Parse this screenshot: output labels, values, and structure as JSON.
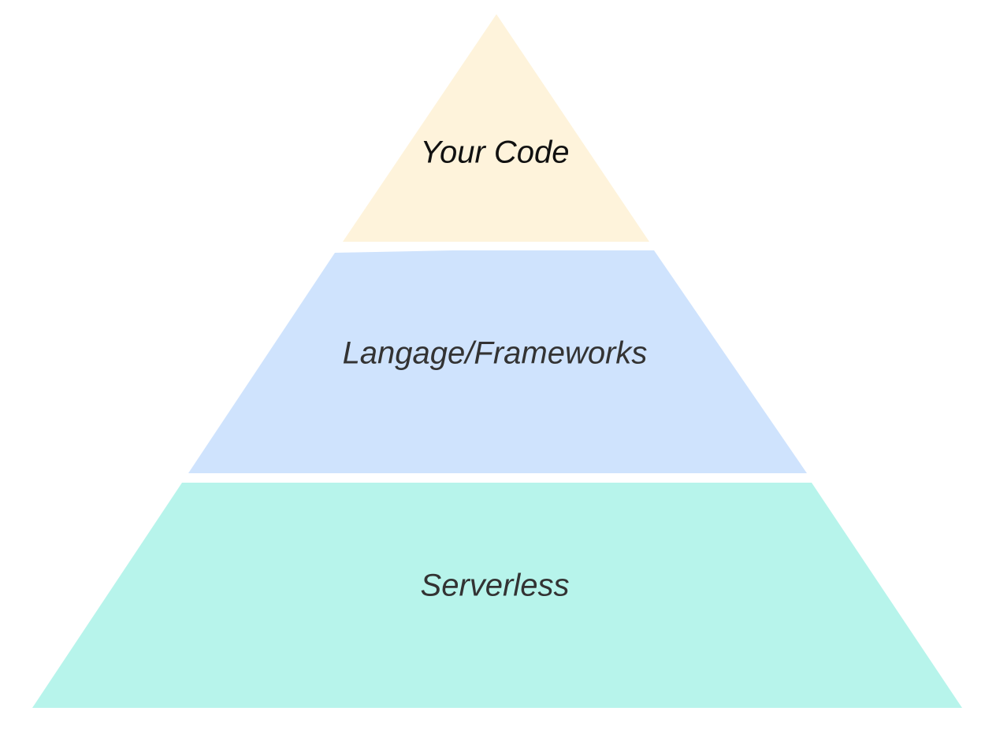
{
  "pyramid": {
    "layers": [
      {
        "label": "Your Code",
        "fill": "#fef3db",
        "text_color": "#111111"
      },
      {
        "label": "Langage/Frameworks",
        "fill": "#cfe3fd",
        "text_color": "#333333"
      },
      {
        "label": "Serverless",
        "fill": "#b7f4eb",
        "text_color": "#333333"
      }
    ]
  }
}
